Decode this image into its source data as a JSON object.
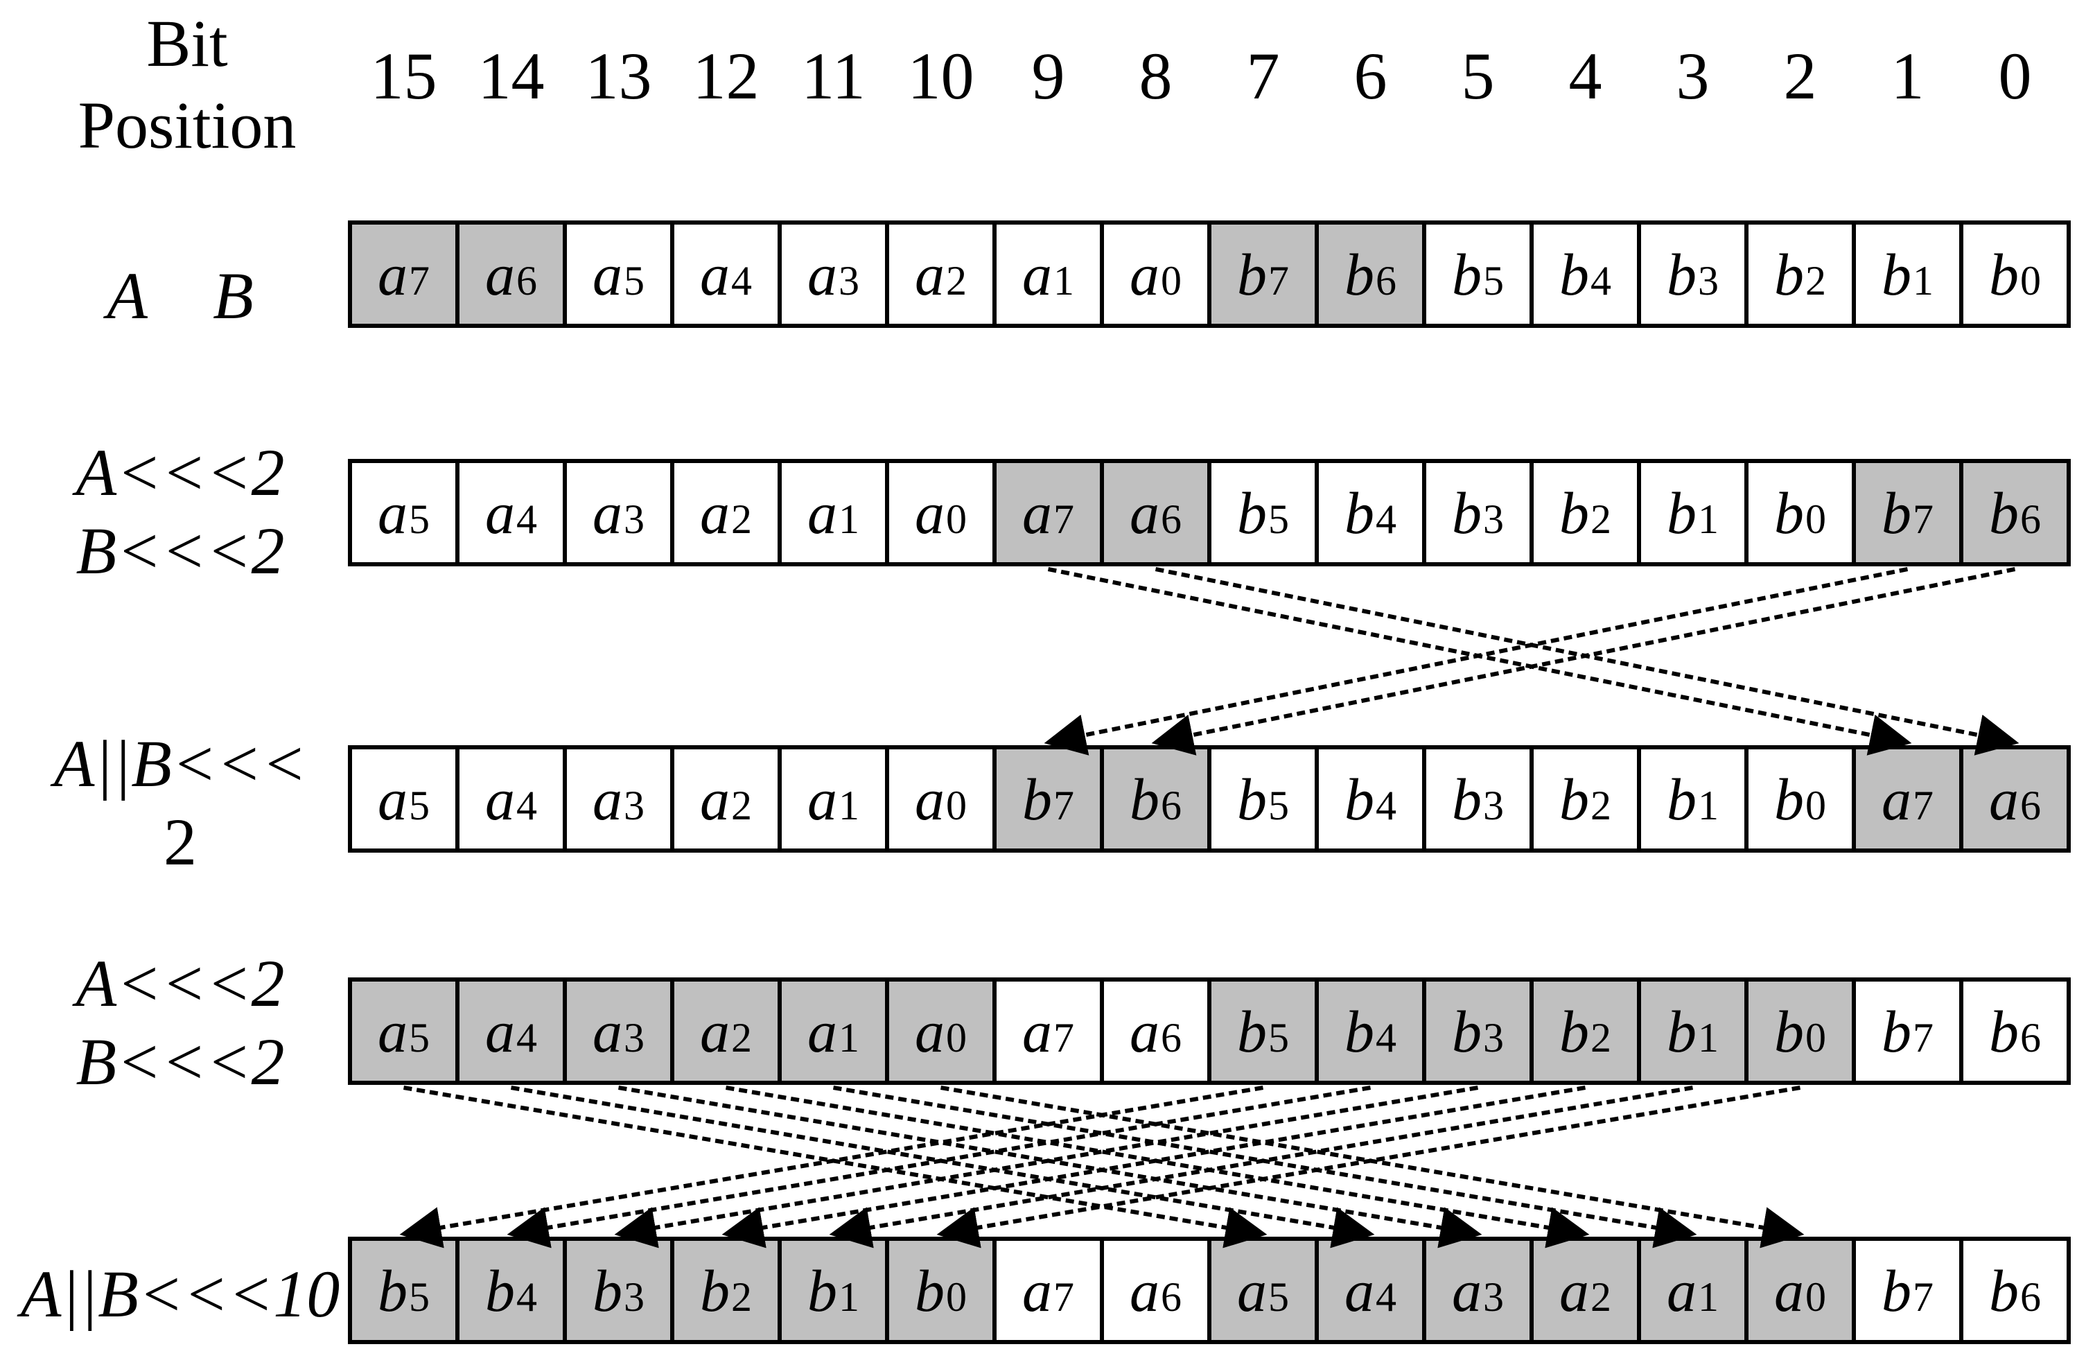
{
  "header": {
    "bit_label_line1": "Bit",
    "bit_label_line2": "Position",
    "positions": [
      "15",
      "14",
      "13",
      "12",
      "11",
      "10",
      "9",
      "8",
      "7",
      "6",
      "5",
      "4",
      "3",
      "2",
      "1",
      "0"
    ]
  },
  "colors": {
    "shaded": "#c0c0c0",
    "plain": "#ffffff",
    "line": "#000000"
  },
  "rows": [
    {
      "label": [
        "A    B"
      ],
      "cells": [
        [
          "a",
          "7",
          1
        ],
        [
          "a",
          "6",
          1
        ],
        [
          "a",
          "5",
          0
        ],
        [
          "a",
          "4",
          0
        ],
        [
          "a",
          "3",
          0
        ],
        [
          "a",
          "2",
          0
        ],
        [
          "a",
          "1",
          0
        ],
        [
          "a",
          "0",
          0
        ],
        [
          "b",
          "7",
          1
        ],
        [
          "b",
          "6",
          1
        ],
        [
          "b",
          "5",
          0
        ],
        [
          "b",
          "4",
          0
        ],
        [
          "b",
          "3",
          0
        ],
        [
          "b",
          "2",
          0
        ],
        [
          "b",
          "1",
          0
        ],
        [
          "b",
          "0",
          0
        ]
      ]
    },
    {
      "label": [
        "A<<<2",
        "B<<<2"
      ],
      "cells": [
        [
          "a",
          "5",
          0
        ],
        [
          "a",
          "4",
          0
        ],
        [
          "a",
          "3",
          0
        ],
        [
          "a",
          "2",
          0
        ],
        [
          "a",
          "1",
          0
        ],
        [
          "a",
          "0",
          0
        ],
        [
          "a",
          "7",
          1
        ],
        [
          "a",
          "6",
          1
        ],
        [
          "b",
          "5",
          0
        ],
        [
          "b",
          "4",
          0
        ],
        [
          "b",
          "3",
          0
        ],
        [
          "b",
          "2",
          0
        ],
        [
          "b",
          "1",
          0
        ],
        [
          "b",
          "0",
          0
        ],
        [
          "b",
          "7",
          1
        ],
        [
          "b",
          "6",
          1
        ]
      ]
    },
    {
      "label": [
        "A||B<<<",
        "2"
      ],
      "cells": [
        [
          "a",
          "5",
          0
        ],
        [
          "a",
          "4",
          0
        ],
        [
          "a",
          "3",
          0
        ],
        [
          "a",
          "2",
          0
        ],
        [
          "a",
          "1",
          0
        ],
        [
          "a",
          "0",
          0
        ],
        [
          "b",
          "7",
          1
        ],
        [
          "b",
          "6",
          1
        ],
        [
          "b",
          "5",
          0
        ],
        [
          "b",
          "4",
          0
        ],
        [
          "b",
          "3",
          0
        ],
        [
          "b",
          "2",
          0
        ],
        [
          "b",
          "1",
          0
        ],
        [
          "b",
          "0",
          0
        ],
        [
          "a",
          "7",
          1
        ],
        [
          "a",
          "6",
          1
        ]
      ]
    },
    {
      "label": [
        "A<<<2",
        "B<<<2"
      ],
      "cells": [
        [
          "a",
          "5",
          1
        ],
        [
          "a",
          "4",
          1
        ],
        [
          "a",
          "3",
          1
        ],
        [
          "a",
          "2",
          1
        ],
        [
          "a",
          "1",
          1
        ],
        [
          "a",
          "0",
          1
        ],
        [
          "a",
          "7",
          0
        ],
        [
          "a",
          "6",
          0
        ],
        [
          "b",
          "5",
          1
        ],
        [
          "b",
          "4",
          1
        ],
        [
          "b",
          "3",
          1
        ],
        [
          "b",
          "2",
          1
        ],
        [
          "b",
          "1",
          1
        ],
        [
          "b",
          "0",
          1
        ],
        [
          "b",
          "7",
          0
        ],
        [
          "b",
          "6",
          0
        ]
      ]
    },
    {
      "label": [
        "A||B<<<10"
      ],
      "cells": [
        [
          "b",
          "5",
          1
        ],
        [
          "b",
          "4",
          1
        ],
        [
          "b",
          "3",
          1
        ],
        [
          "b",
          "2",
          1
        ],
        [
          "b",
          "1",
          1
        ],
        [
          "b",
          "0",
          1
        ],
        [
          "a",
          "7",
          0
        ],
        [
          "a",
          "6",
          0
        ],
        [
          "a",
          "5",
          1
        ],
        [
          "a",
          "4",
          1
        ],
        [
          "a",
          "3",
          1
        ],
        [
          "a",
          "2",
          1
        ],
        [
          "a",
          "1",
          1
        ],
        [
          "a",
          "0",
          1
        ],
        [
          "b",
          "7",
          0
        ],
        [
          "b",
          "6",
          0
        ]
      ]
    }
  ],
  "swaps": [
    {
      "from_row": 1,
      "to_row": 2,
      "pairs": [
        [
          6,
          14
        ],
        [
          7,
          15
        ],
        [
          14,
          6
        ],
        [
          15,
          7
        ]
      ]
    },
    {
      "from_row": 3,
      "to_row": 4,
      "pairs": [
        [
          0,
          8
        ],
        [
          1,
          9
        ],
        [
          2,
          10
        ],
        [
          3,
          11
        ],
        [
          4,
          12
        ],
        [
          5,
          13
        ],
        [
          8,
          0
        ],
        [
          9,
          1
        ],
        [
          10,
          2
        ],
        [
          11,
          3
        ],
        [
          12,
          4
        ],
        [
          13,
          5
        ]
      ]
    }
  ]
}
